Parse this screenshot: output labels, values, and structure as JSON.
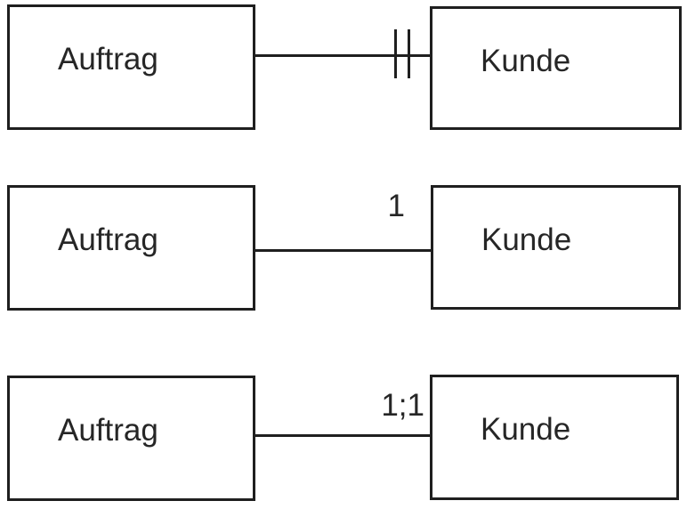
{
  "colors": {
    "ink": "#1f1f1f",
    "background": "#ffffff"
  },
  "diagram": {
    "rows": [
      {
        "left_entity": "Auftrag",
        "right_entity": "Kunde",
        "cardinality_label": "",
        "notation_icon": "double-tick"
      },
      {
        "left_entity": "Auftrag",
        "right_entity": "Kunde",
        "cardinality_label": "1"
      },
      {
        "left_entity": "Auftrag",
        "right_entity": "Kunde",
        "cardinality_label": "1;1"
      }
    ]
  }
}
